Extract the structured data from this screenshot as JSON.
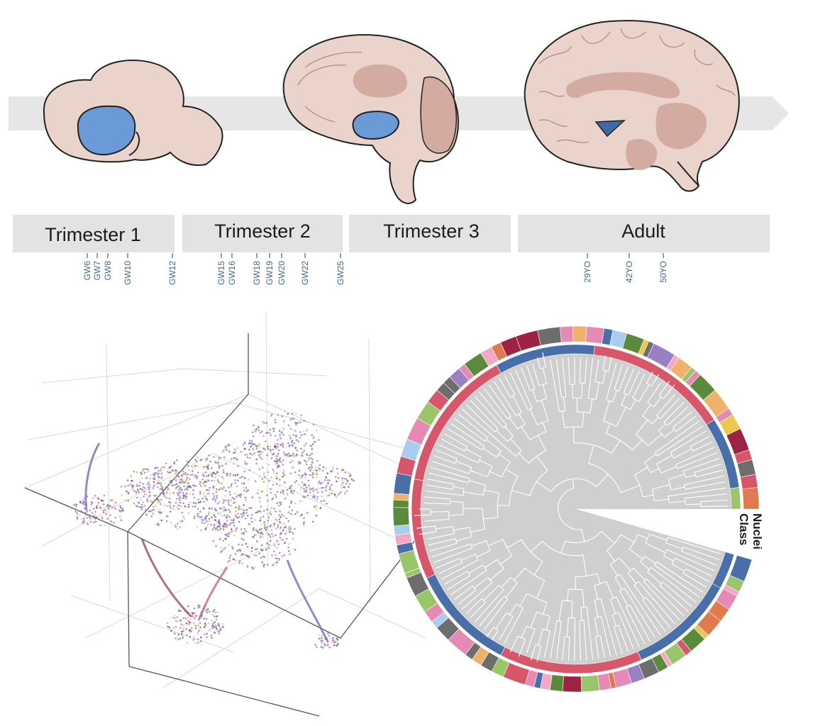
{
  "stages": [
    {
      "label": "Trimester 1"
    },
    {
      "label": "Trimester 2"
    },
    {
      "label": "Trimester 3"
    },
    {
      "label": "Adult"
    }
  ],
  "timepoints": [
    "GW6",
    "GW7",
    "GW8",
    "GW10",
    "GW12",
    "GW15",
    "GW16",
    "GW18",
    "GW19",
    "GW20",
    "GW22",
    "GW25",
    "29YO",
    "42YO",
    "50YO"
  ],
  "ring_labels": {
    "inner": "Class",
    "outer": "Nuclei"
  },
  "colors": {
    "brain_fill": "#e9d3cb",
    "brain_dark": "#d4aba0",
    "region_blue": "#6b9bd6",
    "region_navy": "#3e6aa3",
    "arrow": "#e6e6e6",
    "stage_box": "#e3e3e3",
    "tick_text": "#3d6690",
    "tree_line": "#ffffff",
    "tree_bg": "#cfcfcf"
  },
  "palette": [
    "#d6576a",
    "#4a6fa8",
    "#9b7fc4",
    "#e07a4f",
    "#e58ab4",
    "#9ac56b",
    "#a8cdee",
    "#9c2342",
    "#6d6d6d",
    "#f0b16d",
    "#5c8a3b",
    "#e8c84d",
    "#f5a8c6"
  ]
}
